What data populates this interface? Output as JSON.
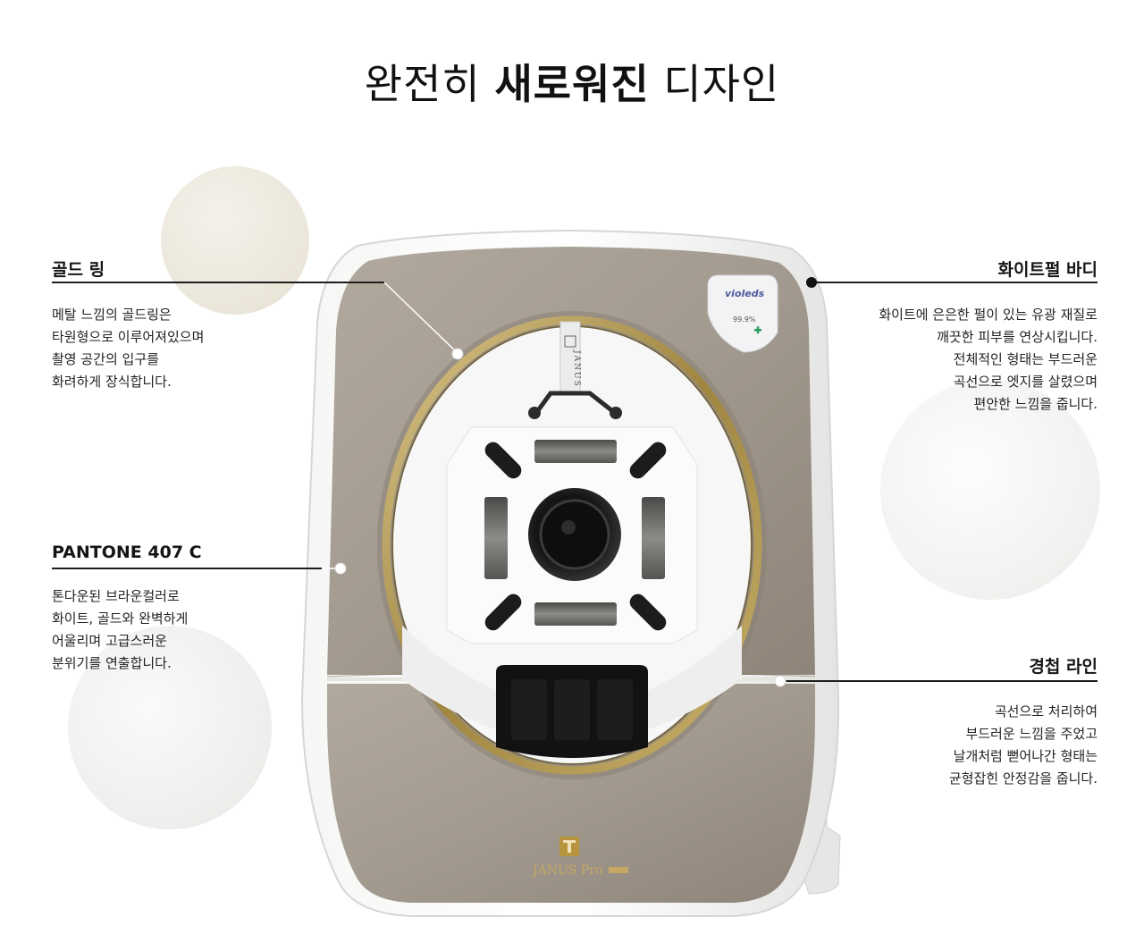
{
  "heading": {
    "part1": "완전히 ",
    "part2": "새로워진",
    "part3": " 디자인"
  },
  "features": {
    "gold_ring": {
      "title": "골드 링",
      "desc": "메탈 느낌의 골드링은\n타원형으로 이루어져있으며\n촬영 공간의 입구를\n화려하게 장식합니다."
    },
    "pantone": {
      "title": "PANTONE 407 C",
      "desc": "톤다운된 브라운컬러로\n화이트, 골드와 완벽하게\n어울리며 고급스러운\n분위기를 연출합니다."
    },
    "white_pearl": {
      "title": "화이트펄 바디",
      "desc": "화이트에 은은한 펄이 있는 유광 재질로\n깨끗한 피부를 연상시킵니다.\n전체적인 형태는 부드러운\n곡선으로 엣지를 살렸으며\n편안한 느낌을 줍니다."
    },
    "overlap_line": {
      "title": "경첩 라인",
      "desc": "곡선으로 처리하여\n부드러운 느낌을 주었고\n날개처럼 뻗어나간 형태는\n균형잡힌 안정감을 줍니다."
    }
  },
  "device": {
    "brand_label": "JANUS Pro",
    "column_label": "JANUS",
    "sticker_brand": "violeds",
    "sticker_value": "99.9%",
    "colors": {
      "shell": "#a49a8f",
      "body": "#ecebea",
      "gold": "#b39a5a"
    }
  }
}
